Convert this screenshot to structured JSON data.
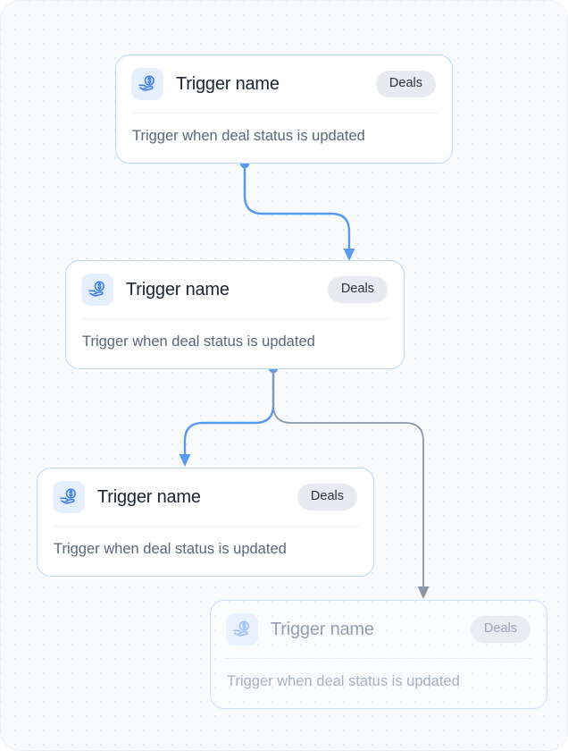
{
  "canvas": {
    "background_color": "#f8fafc",
    "dot_color": "#e3e7f0",
    "border_color": "#eceff5"
  },
  "theme": {
    "accent_blue": "#599af1",
    "node_border": "#bcd8fb",
    "icon_bg": "#e6effe",
    "icon_color": "#3b7cf0",
    "badge_bg": "#e7eaf0",
    "badge_text": "#2a3342",
    "title_text": "#1b2533",
    "desc_text": "#5a6779",
    "gray_wire": "#8a95a8"
  },
  "nodes": [
    {
      "id": "node-1",
      "icon": "hand-coin-icon",
      "title": "Trigger name",
      "badge": "Deals",
      "description": "Trigger when deal status is updated",
      "state": "active"
    },
    {
      "id": "node-2",
      "icon": "hand-coin-icon",
      "title": "Trigger name",
      "badge": "Deals",
      "description": "Trigger when deal status is updated",
      "state": "active"
    },
    {
      "id": "node-3",
      "icon": "hand-coin-icon",
      "title": "Trigger name",
      "badge": "Deals",
      "description": "Trigger when deal status is updated",
      "state": "active"
    },
    {
      "id": "node-4",
      "icon": "hand-coin-icon",
      "title": "Trigger name",
      "badge": "Deals",
      "description": "Trigger when deal status is updated",
      "state": "ghost"
    }
  ],
  "connectors": [
    {
      "id": "wire-1-2",
      "from": "node-1",
      "to": "node-2",
      "color": "#599af1",
      "style": "solid",
      "arrow": true
    },
    {
      "id": "wire-2-3",
      "from": "node-2",
      "to": "node-3",
      "color": "#599af1",
      "style": "solid",
      "arrow": true
    },
    {
      "id": "wire-2-4",
      "from": "node-2",
      "to": "node-4",
      "color": "#8a95a8",
      "style": "solid",
      "arrow": true
    }
  ]
}
